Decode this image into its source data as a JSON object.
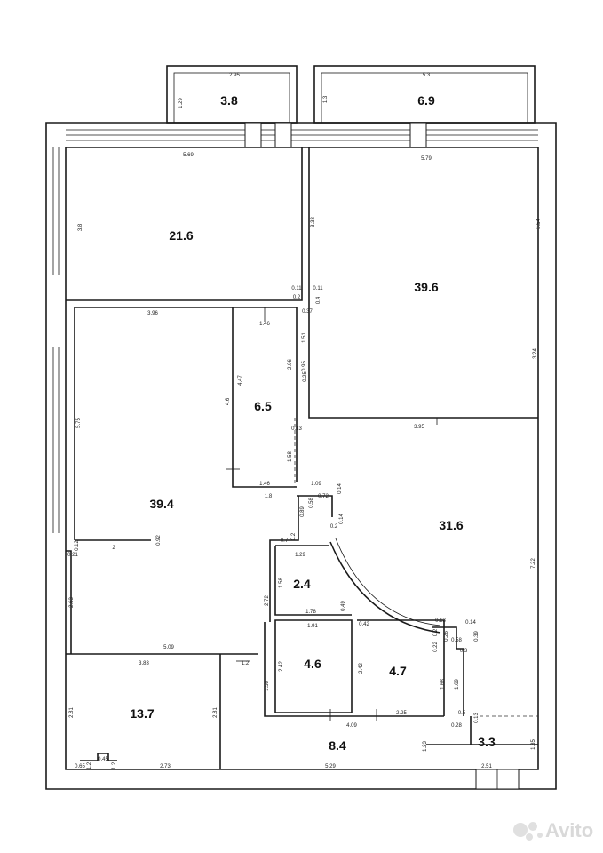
{
  "rooms": [
    {
      "id": "balcony-left",
      "area": "3.8"
    },
    {
      "id": "balcony-right",
      "area": "6.9"
    },
    {
      "id": "room-top-left",
      "area": "21.6"
    },
    {
      "id": "room-top-right",
      "area": "39.6"
    },
    {
      "id": "room-left",
      "area": "39.4"
    },
    {
      "id": "room-small",
      "area": "6.5"
    },
    {
      "id": "hall",
      "area": "31.6"
    },
    {
      "id": "closet",
      "area": "2.4"
    },
    {
      "id": "bath-1",
      "area": "4.6"
    },
    {
      "id": "bath-2",
      "area": "4.7"
    },
    {
      "id": "room-bottom-left",
      "area": "13.7"
    },
    {
      "id": "corridor",
      "area": "8.4"
    },
    {
      "id": "room-bottom-right",
      "area": "3.3"
    }
  ],
  "dimensions": {
    "d01": "2.95",
    "d02": "1.29",
    "d03": "5.3",
    "d04": "1.3",
    "d05": "5.69",
    "d06": "3.8",
    "d07": "5.79",
    "d08": "3.38",
    "d09": "3.54",
    "d10": "0.11",
    "d11": "0.2",
    "d12": "0.11",
    "d13": "0.4",
    "d14": "0.37",
    "d15": "3.96",
    "d16": "1.46",
    "d17": "1.51",
    "d18": "2.96",
    "d19": "0.95",
    "d20": "0.25",
    "d21": "3.24",
    "d22": "4.47",
    "d23": "4.6",
    "d24": "5.75",
    "d25": "0.13",
    "d26": "3.95",
    "d27": "1.58",
    "d28": "1.46",
    "d29": "1.09",
    "d30": "1.8",
    "d31": "0.14",
    "d32": "0.72",
    "d33": "0.58",
    "d34": "0.89",
    "d35": "0.14",
    "d36": "0.2",
    "d37": "0.7",
    "d38": "0.2",
    "d39": "2",
    "d40": "0.92",
    "d41": "0.12",
    "d42": "0.21",
    "d43": "1.29",
    "d44": "1.58",
    "d45": "2.72",
    "d46": "1.78",
    "d47": "0.49",
    "d48": "7.22",
    "d49": "2.63",
    "d50": "1.91",
    "d51": "0.42",
    "d52": "0.13",
    "d53": "0.14",
    "d54": "0.2",
    "d55": "0.26",
    "d56": "0.58",
    "d57": "0.39",
    "d58": "0.22",
    "d59": "0.3",
    "d60": "5.09",
    "d61": "3.83",
    "d62": "1.2",
    "d63": "2.42",
    "d64": "2.42",
    "d65": "1.58",
    "d66": "1.68",
    "d67": "1.69",
    "d68": "2.81",
    "d69": "2.81",
    "d70": "4.09",
    "d71": "2.25",
    "d72": "0.5",
    "d73": "0.13",
    "d74": "0.28",
    "d75": "1.23",
    "d76": "1.35",
    "d77": "0.65",
    "d78": "0.45",
    "d79": "1.2",
    "d80": "2.73",
    "d81": "5.29",
    "d82": "2.51",
    "d83": "1.2"
  },
  "watermark": {
    "text": "Avito"
  }
}
